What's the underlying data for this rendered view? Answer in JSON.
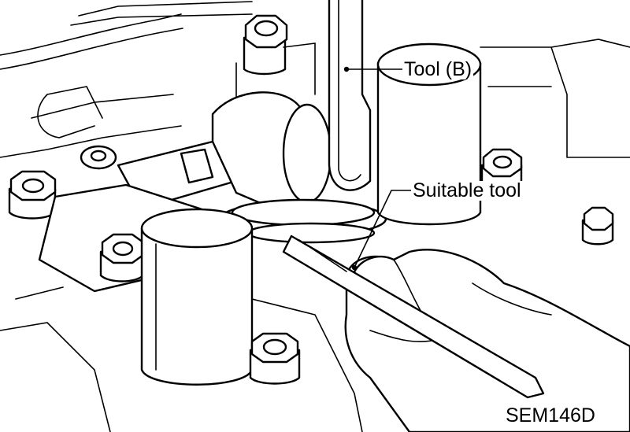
{
  "figure": {
    "labels": {
      "tool_b": "Tool (B)",
      "suitable_tool": "Suitable tool"
    },
    "figure_code": "SEM146D"
  }
}
